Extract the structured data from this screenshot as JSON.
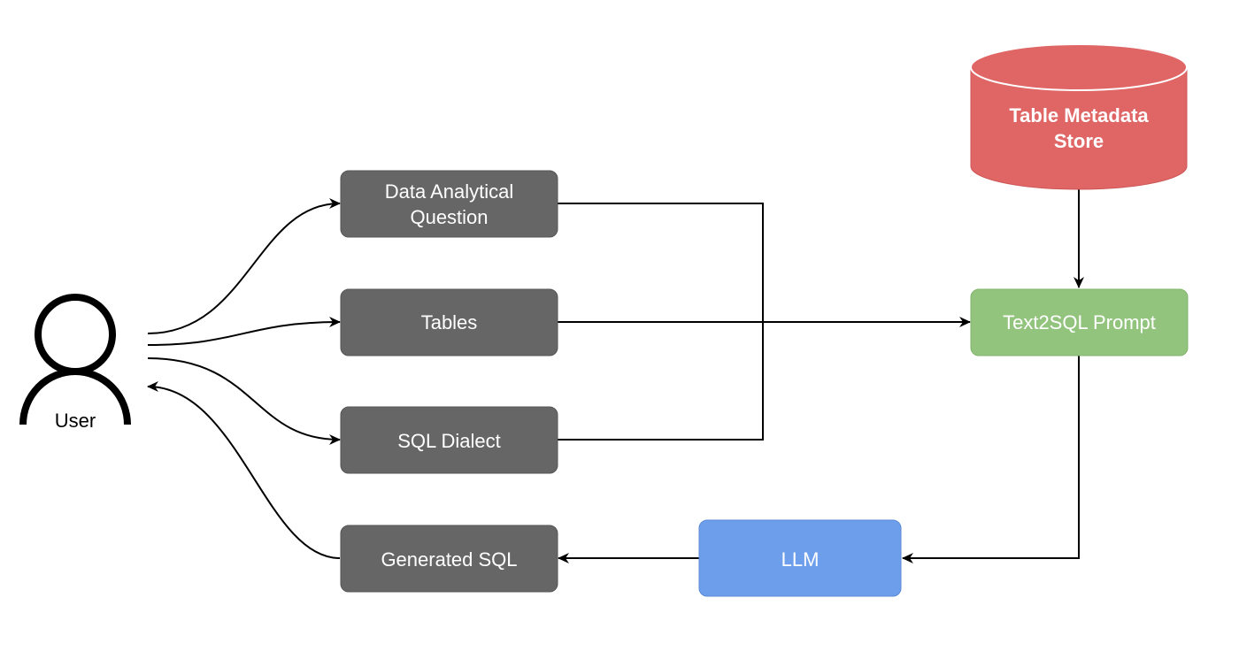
{
  "user": {
    "label": "User",
    "icon": "user-icon"
  },
  "nodes": {
    "question": {
      "label_line1": "Data Analytical",
      "label_line2": "Question",
      "color": "#666666"
    },
    "tables": {
      "label": "Tables",
      "color": "#666666"
    },
    "dialect": {
      "label": "SQL Dialect",
      "color": "#666666"
    },
    "generated_sql": {
      "label": "Generated SQL",
      "color": "#666666"
    },
    "llm": {
      "label": "LLM",
      "color": "#6d9eeb"
    },
    "prompt": {
      "label": "Text2SQL Prompt",
      "color": "#93c47d"
    },
    "metadata_store": {
      "label_line1": "Table Metadata",
      "label_line2": "Store",
      "color": "#e06666",
      "shape": "cylinder-icon"
    }
  },
  "edges": [
    {
      "from": "User",
      "to": "Data Analytical Question"
    },
    {
      "from": "User",
      "to": "Tables"
    },
    {
      "from": "User",
      "to": "SQL Dialect"
    },
    {
      "from": "Data Analytical Question",
      "to": "Text2SQL Prompt"
    },
    {
      "from": "Tables",
      "to": "Text2SQL Prompt"
    },
    {
      "from": "SQL Dialect",
      "to": "Text2SQL Prompt"
    },
    {
      "from": "Table Metadata Store",
      "to": "Text2SQL Prompt"
    },
    {
      "from": "Text2SQL Prompt",
      "to": "LLM"
    },
    {
      "from": "LLM",
      "to": "Generated SQL"
    },
    {
      "from": "Generated SQL",
      "to": "User"
    }
  ]
}
